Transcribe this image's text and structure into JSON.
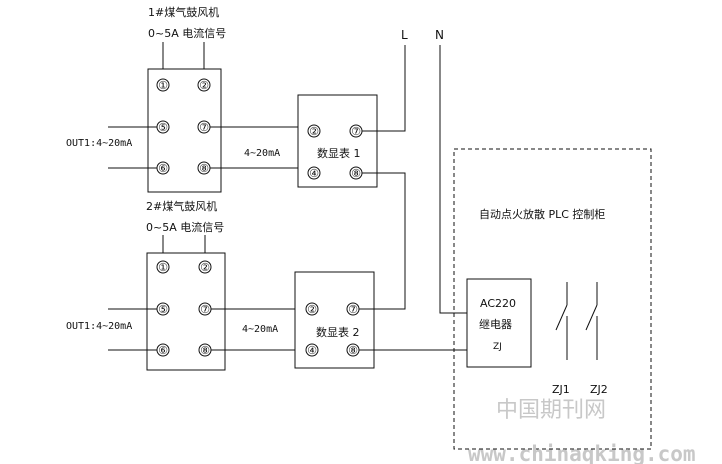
{
  "fan1": {
    "title": "1#煤气鼓风机",
    "signal": "0~5A 电流信号"
  },
  "fan2": {
    "title": "2#煤气鼓风机",
    "signal": "0~5A 电流信号"
  },
  "out_label": "OUT1:4~20mA",
  "loop_label": "4~20mA",
  "display1": "数显表 1",
  "display2": "数显表 2",
  "terminals": {
    "t1": "①",
    "t2": "②",
    "t5": "⑤",
    "t6": "⑥",
    "t7": "⑦",
    "t8": "⑧",
    "t4": "④"
  },
  "power": {
    "L": "L",
    "N": "N"
  },
  "cabinet_title": "自动点火放散 PLC 控制柜",
  "relay": {
    "line1": "AC220",
    "line2": "继电器",
    "line3": "ZJ"
  },
  "contacts": {
    "zj1": "ZJ1",
    "zj2": "ZJ2"
  },
  "watermark": {
    "cn": "中国期刊网",
    "url": "www.chinaqking.com"
  }
}
